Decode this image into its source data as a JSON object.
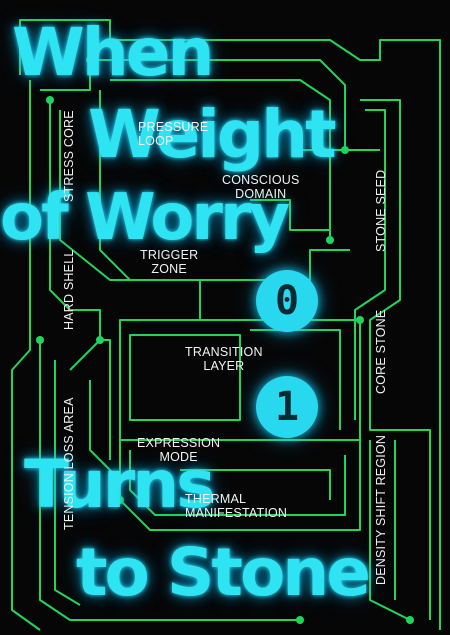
{
  "headline": {
    "line1": "When",
    "line2": "Weight",
    "line3": "of Worry",
    "line4": "Turns",
    "line5": "to Stone"
  },
  "badges": {
    "top": "0",
    "bottom": "1"
  },
  "labels": {
    "pressure_loop": "PRESSURE\nLOOP",
    "conscious_domain": "CONSCIOUS\nDOMAIN",
    "trigger_zone": "TRIGGER\nZONE",
    "transition_layer": "TRANSITION\nLAYER",
    "expression_mode": "EXPRESSION\nMODE",
    "thermal_manifestation": "THERMAL\nMANIFESTATION"
  },
  "vertical_labels": {
    "stress_core": "STRESS CORE",
    "hard_shell": "HARD SHELL",
    "tension_loss_area": "TENSION LOSS AREA",
    "stone_seed": "STONE SEED",
    "core_stone": "CORE STONE",
    "density_shift_region": "DENSITY SHIFT REGION"
  },
  "colors": {
    "background": "#060606",
    "circuit": "#1fd65a",
    "glow_text": "#2fe4f2",
    "label": "#f2f2f2"
  }
}
